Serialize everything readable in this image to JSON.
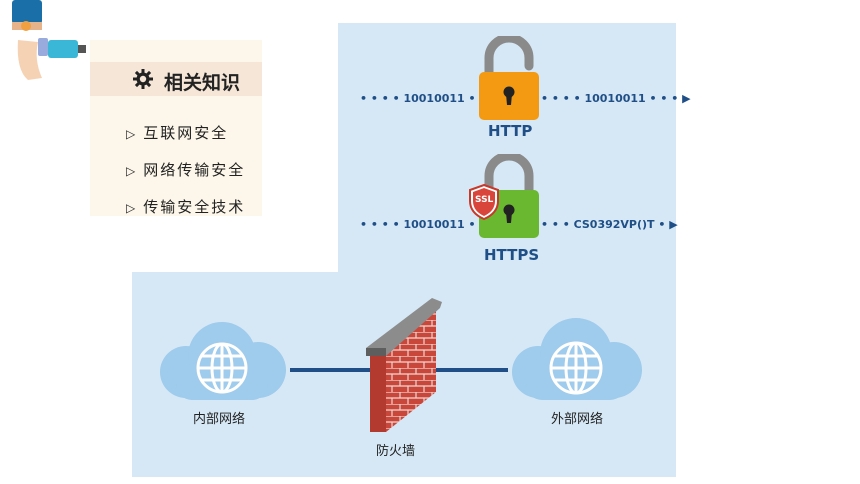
{
  "knowledge": {
    "title": "相关知识",
    "items": [
      "互联网安全",
      "网络传输安全",
      "传输安全技术"
    ]
  },
  "http": {
    "label": "HTTP",
    "input_bits": "10010011",
    "output_bits": "10010011",
    "lock_color": "#f39a12"
  },
  "https": {
    "label": "HTTPS",
    "badge": "SSL",
    "input_bits": "10010011",
    "output_bits": "CS0392VP()T",
    "lock_color": "#6ab82f"
  },
  "network": {
    "internal_label": "内部网络",
    "external_label": "外部网络",
    "firewall_label": "防火墙"
  },
  "colors": {
    "panel": "#d6e8f6",
    "arrow": "#1f4f86",
    "cloud": "#9fcbec"
  }
}
